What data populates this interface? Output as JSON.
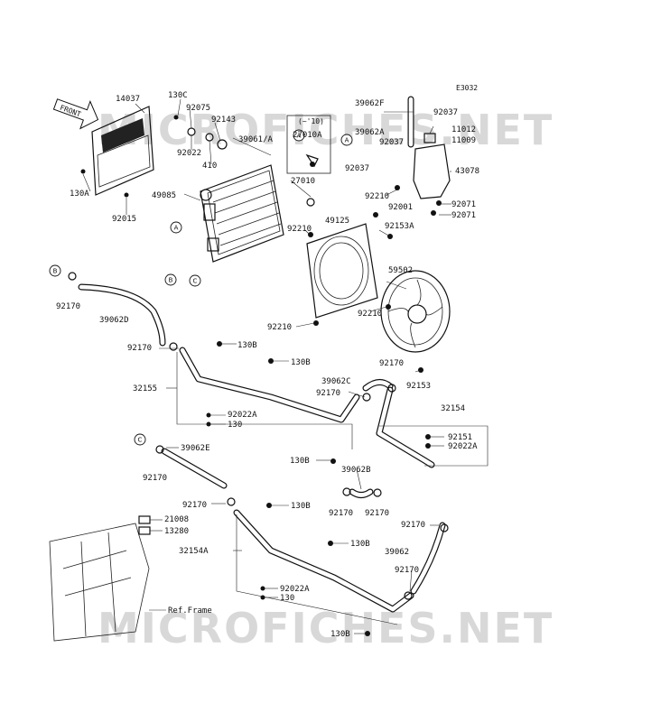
{
  "diagram_code": "E3032",
  "watermark_text": "MICROFICHES.NET",
  "front_arrow_label": "FRONT",
  "frame_reference": "Ref.Frame",
  "year_note": "(~'10)",
  "parts": {
    "p14037": "14037",
    "p130C": "130C",
    "p92075": "92075",
    "p92143": "92143",
    "p92022a": "92022",
    "p410": "410",
    "p39061A": "39061/A",
    "p27010A": "27010A",
    "p130A": "130A",
    "p92015": "92015",
    "p49085": "49085",
    "p27010": "27010",
    "p39062F": "39062F",
    "p92037a": "92037",
    "p39062A": "39062A",
    "p92037b": "92037",
    "p92037c": "92037",
    "p11012": "11012",
    "p11009": "11009",
    "p43078": "43078",
    "p92210a": "92210",
    "p92001": "92001",
    "p92071a": "92071",
    "p92071b": "92071",
    "p49125": "49125",
    "p92210b": "92210",
    "p92153A": "92153A",
    "p59502": "59502",
    "p92210c": "92210",
    "p92210d": "92210",
    "p92170a": "92170",
    "p39062D": "39062D",
    "p92170b": "92170",
    "p130Ba": "130B",
    "p130Bb": "130B",
    "p32155": "32155",
    "p92170c": "92170",
    "p92153": "92153",
    "p39062C": "39062C",
    "p92170d": "92170",
    "p92022Aa": "92022A",
    "p130a": "130",
    "p32154": "32154",
    "p92151": "92151",
    "p92022Ab": "92022A",
    "p130Bc": "130B",
    "p39062E": "39062E",
    "p92170e": "92170",
    "p39062B": "39062B",
    "p92170f": "92170",
    "p92170g": "92170",
    "p92170h": "92170",
    "p130Bd": "130B",
    "p21008": "21008",
    "p13280": "13280",
    "p92170i": "92170",
    "p39062": "39062",
    "p130Be": "130B",
    "p32154A": "32154A",
    "p92170j": "92170",
    "p92022Ac": "92022A",
    "p130b": "130",
    "p130Bf": "130B"
  },
  "callouts": {
    "A1": "A",
    "A2": "A",
    "A3": "A",
    "B1": "B",
    "B2": "B",
    "C1": "C",
    "C2": "C"
  }
}
